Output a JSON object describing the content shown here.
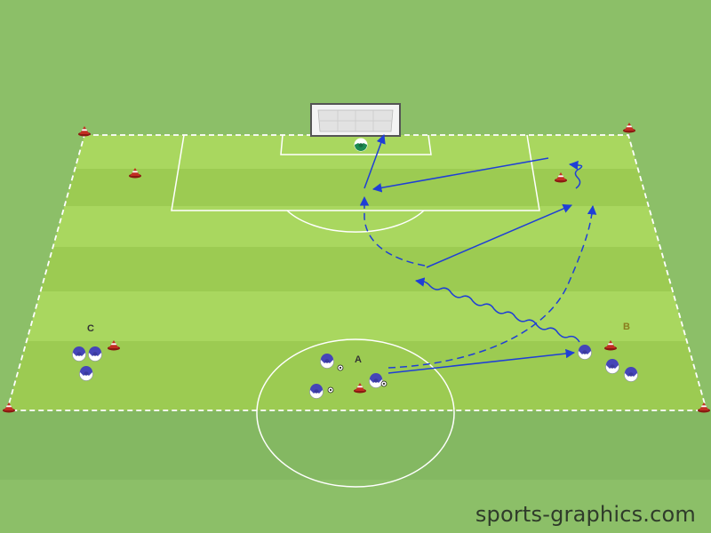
{
  "labels": {
    "group_a": "A",
    "group_b": "B",
    "group_c": "C"
  },
  "watermark": "sports-graphics.com",
  "colors": {
    "grass_outer": "#8cbf68",
    "grass_light": "#a6d45c",
    "grass_dark": "#93c64f",
    "lines": "#ffffff",
    "arrows": "#1f3fd6",
    "player": "#4545b8",
    "cone": "#b8281e",
    "group_label_a": "#333333",
    "group_label_b": "#8a7d1e",
    "group_label_c": "#333333"
  },
  "icons": {
    "cone": "cone-icon",
    "player": "player-icon",
    "goalkeeper": "goalkeeper-icon",
    "ball": "ball-icon",
    "goal": "goal-icon"
  }
}
